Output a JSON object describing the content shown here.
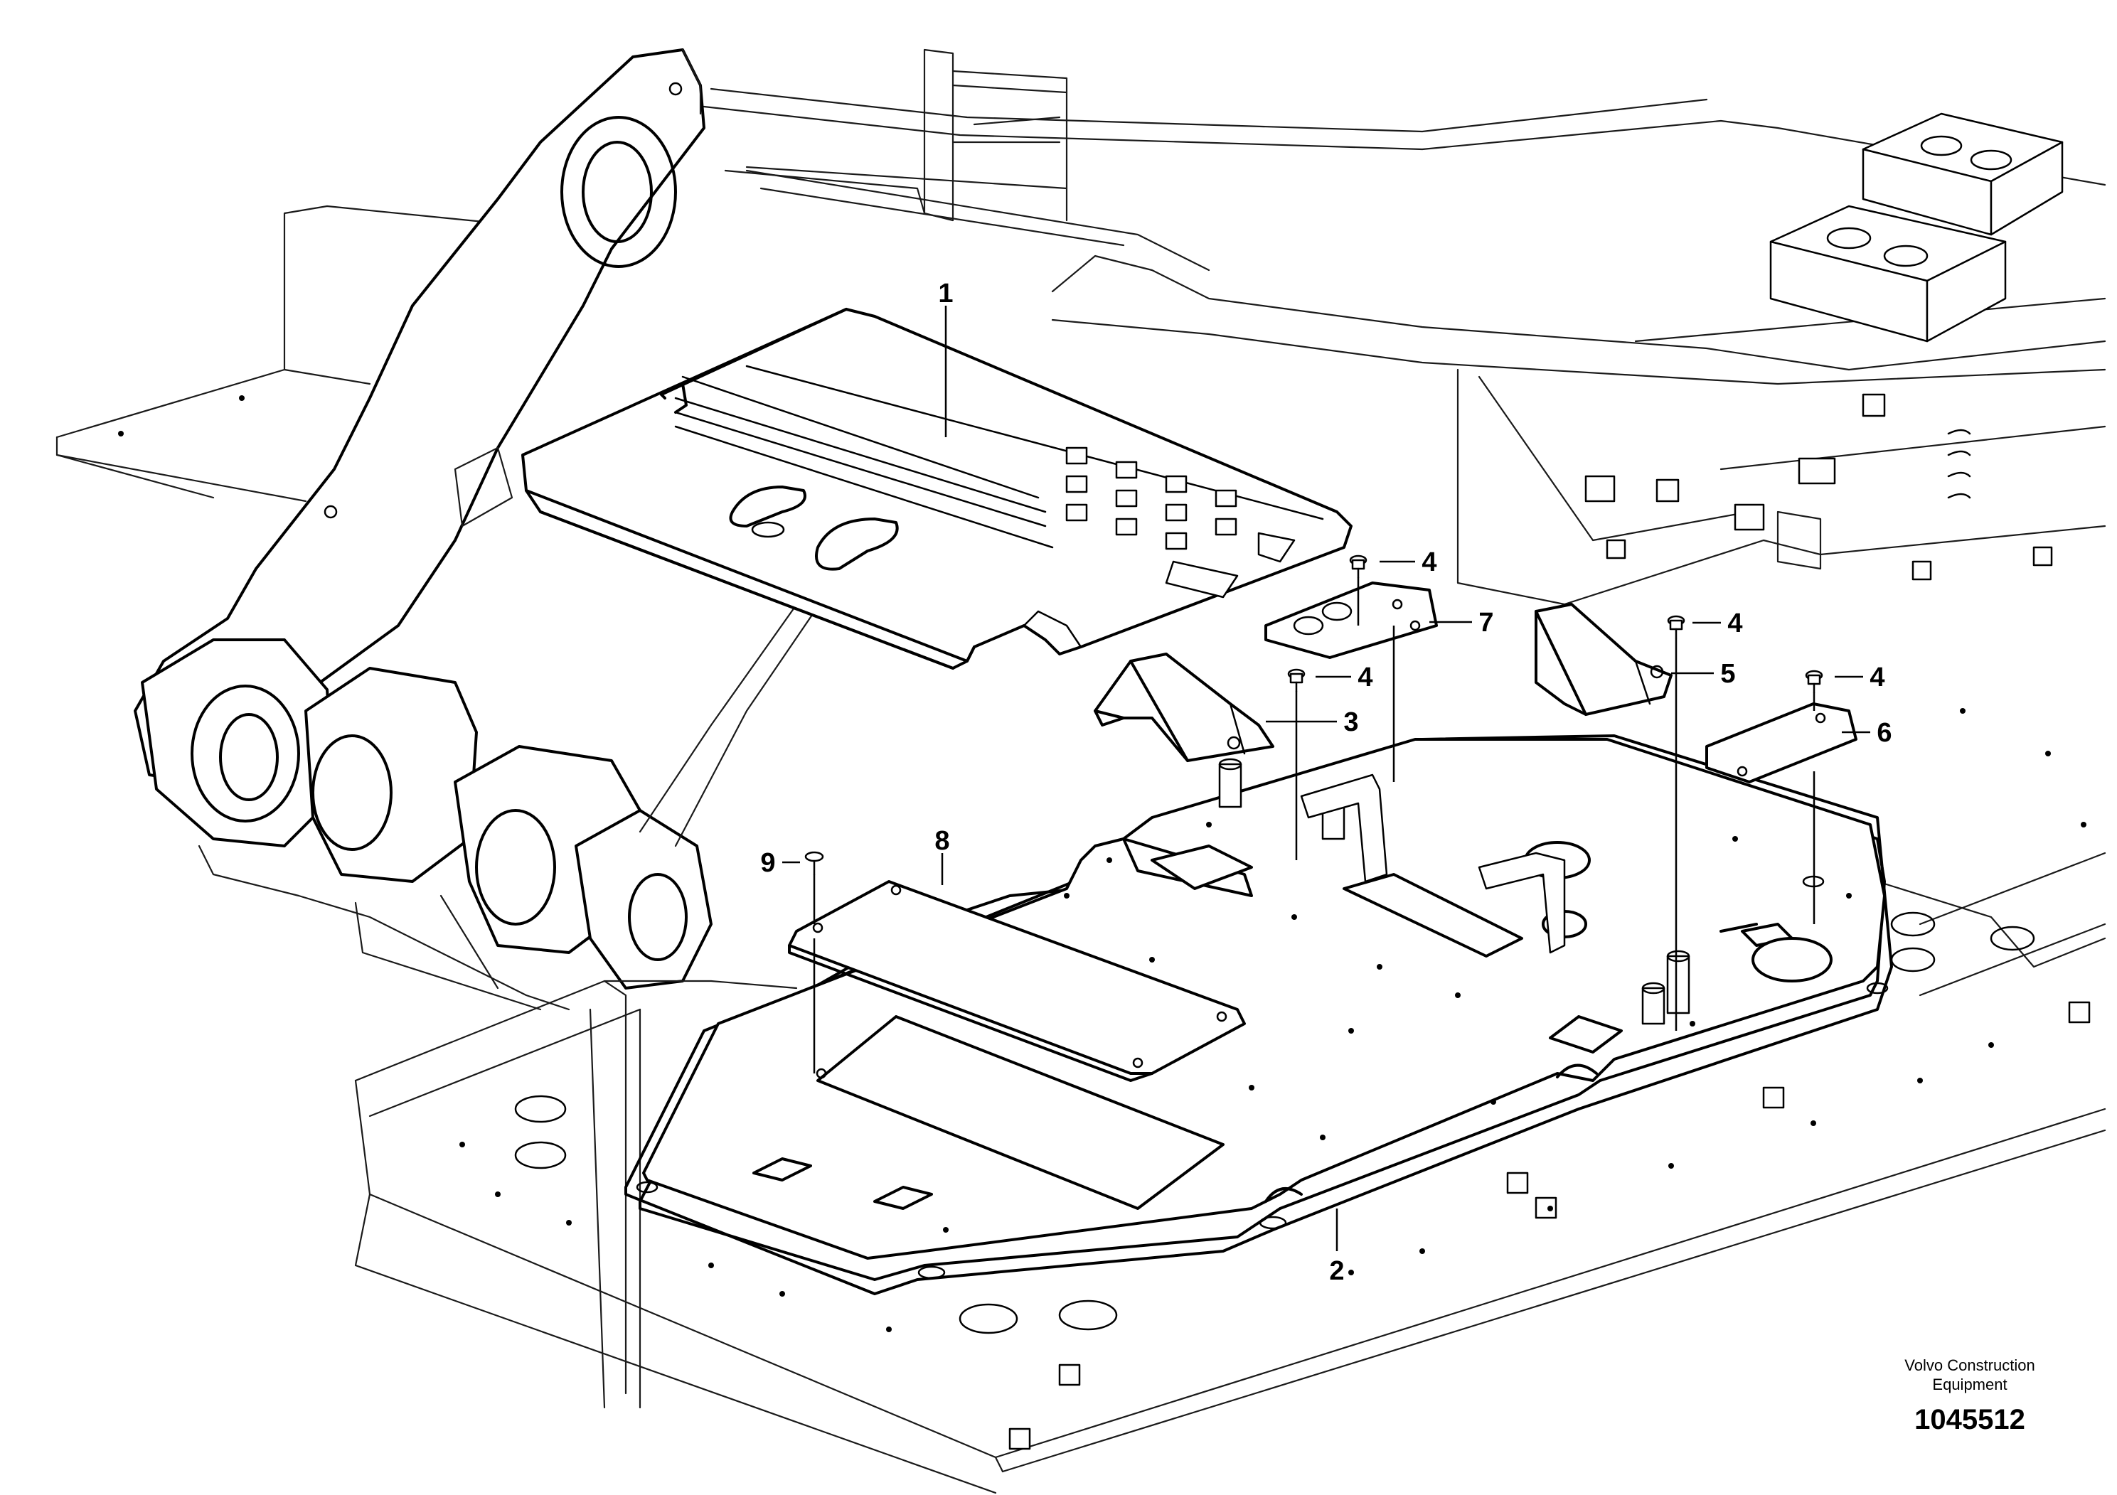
{
  "callouts": {
    "c1": "1",
    "c2": "2",
    "c3": "3",
    "c4a": "4",
    "c4b": "4",
    "c4c": "4",
    "c4d": "4",
    "c5": "5",
    "c6": "6",
    "c7": "7",
    "c8": "8",
    "c9": "9"
  },
  "brand": {
    "line1": "Volvo Construction",
    "line2": "Equipment"
  },
  "document_number": "1045512"
}
